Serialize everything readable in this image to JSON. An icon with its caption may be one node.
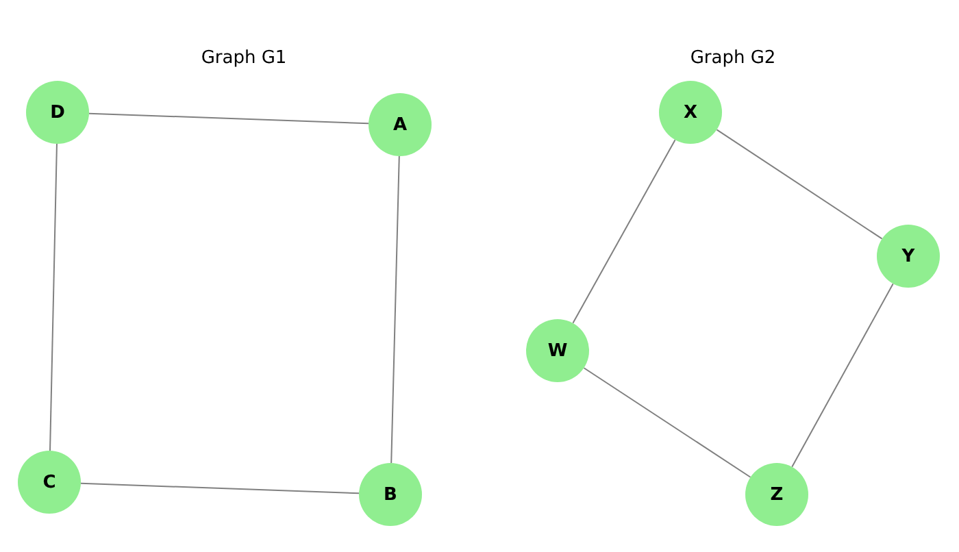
{
  "diagram": {
    "nodes": [
      {
        "text": [
          "D"
        ]
      },
      {
        "text": [
          "A"
        ]
      },
      {
        "text": [
          "C"
        ]
      },
      {
        "text": [
          "B"
        ]
      },
      {
        "text": [
          "X"
        ]
      },
      {
        "text": [
          "Y"
        ]
      },
      {
        "text": [
          "W"
        ]
      },
      {
        "text": [
          "Z"
        ]
      }
    ],
    "edges": [
      {
        "from": 0,
        "to": 1,
        "arrow": "none"
      },
      {
        "from": 1,
        "to": 3,
        "arrow": "none"
      },
      {
        "from": 3,
        "to": 2,
        "arrow": "none"
      },
      {
        "from": 2,
        "to": 0,
        "arrow": "none"
      },
      {
        "from": 4,
        "to": 5,
        "arrow": "none"
      },
      {
        "from": 5,
        "to": 7,
        "arrow": "none"
      },
      {
        "from": 7,
        "to": 6,
        "arrow": "none"
      },
      {
        "from": 6,
        "to": 4,
        "arrow": "none"
      }
    ],
    "labels": [
      "Graph G1",
      "Graph G2"
    ]
  }
}
